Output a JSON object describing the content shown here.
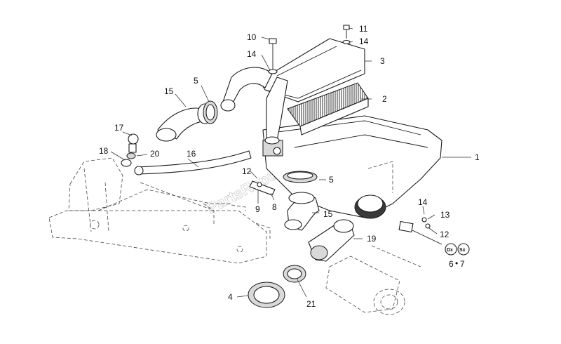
{
  "watermark": "PartsRepublik",
  "callouts": {
    "c1": "1",
    "c2": "2",
    "c3": "3",
    "c4": "4",
    "c5a": "5",
    "c5b": "5",
    "c6": "6",
    "c7": "7",
    "c8": "8",
    "c9": "9",
    "c10": "10",
    "c11": "11",
    "c12a": "12",
    "c12b": "12",
    "c13": "13",
    "c14a": "14",
    "c14b": "14",
    "c14c": "14",
    "c15a": "15",
    "c15b": "15",
    "c16": "16",
    "c17": "17",
    "c18": "18",
    "c19": "19",
    "c20": "20",
    "c21": "21"
  },
  "badges": {
    "dx": "Dx",
    "sx": "Sx",
    "dot": "•"
  }
}
